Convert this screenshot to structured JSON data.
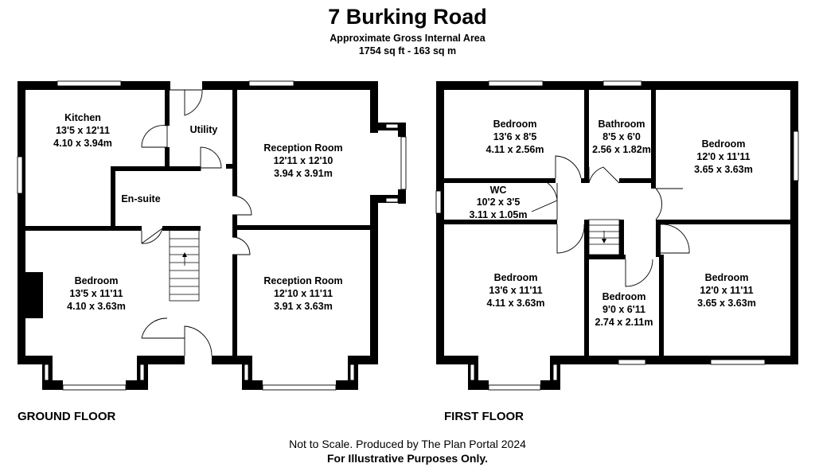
{
  "header": {
    "title": "7 Burking Road",
    "subtitle_area": "Approximate Gross Internal Area",
    "subtitle_size": "1754 sq ft - 163 sq m"
  },
  "floors": {
    "ground_label": "GROUND FLOOR",
    "first_label": "FIRST FLOOR"
  },
  "rooms": {
    "kitchen": {
      "name": "Kitchen",
      "imperial": "13'5 x 12'11",
      "metric": "4.10 x 3.94m"
    },
    "utility": {
      "name": "Utility"
    },
    "ensuite": {
      "name": "En-suite"
    },
    "reception_top": {
      "name": "Reception Room",
      "imperial": "12'11 x 12'10",
      "metric": "3.94 x 3.91m"
    },
    "reception_bottom": {
      "name": "Reception Room",
      "imperial": "12'10 x 11'11",
      "metric": "3.91 x 3.63m"
    },
    "ground_bedroom": {
      "name": "Bedroom",
      "imperial": "13'5 x 11'11",
      "metric": "4.10 x 3.63m"
    },
    "bed_top_left": {
      "name": "Bedroom",
      "imperial": "13'6 x 8'5",
      "metric": "4.11 x 2.56m"
    },
    "bathroom": {
      "name": "Bathroom",
      "imperial": "8'5 x 6'0",
      "metric": "2.56 x 1.82m"
    },
    "bed_top_right": {
      "name": "Bedroom",
      "imperial": "12'0 x 11'11",
      "metric": "3.65 x 3.63m"
    },
    "wc": {
      "name": "WC",
      "imperial": "10'2 x 3'5",
      "metric": "3.11 x 1.05m"
    },
    "bed_bottom_left": {
      "name": "Bedroom",
      "imperial": "13'6 x 11'11",
      "metric": "4.11 x 3.63m"
    },
    "bed_small": {
      "name": "Bedroom",
      "imperial": "9'0 x 6'11",
      "metric": "2.74 x 2.11m"
    },
    "bed_bottom_right": {
      "name": "Bedroom",
      "imperial": "12'0 x 11'11",
      "metric": "3.65 x 3.63m"
    }
  },
  "footer": {
    "line1": "Not to Scale. Produced by The Plan Portal 2024",
    "line2": "For Illustrative Purposes Only."
  }
}
